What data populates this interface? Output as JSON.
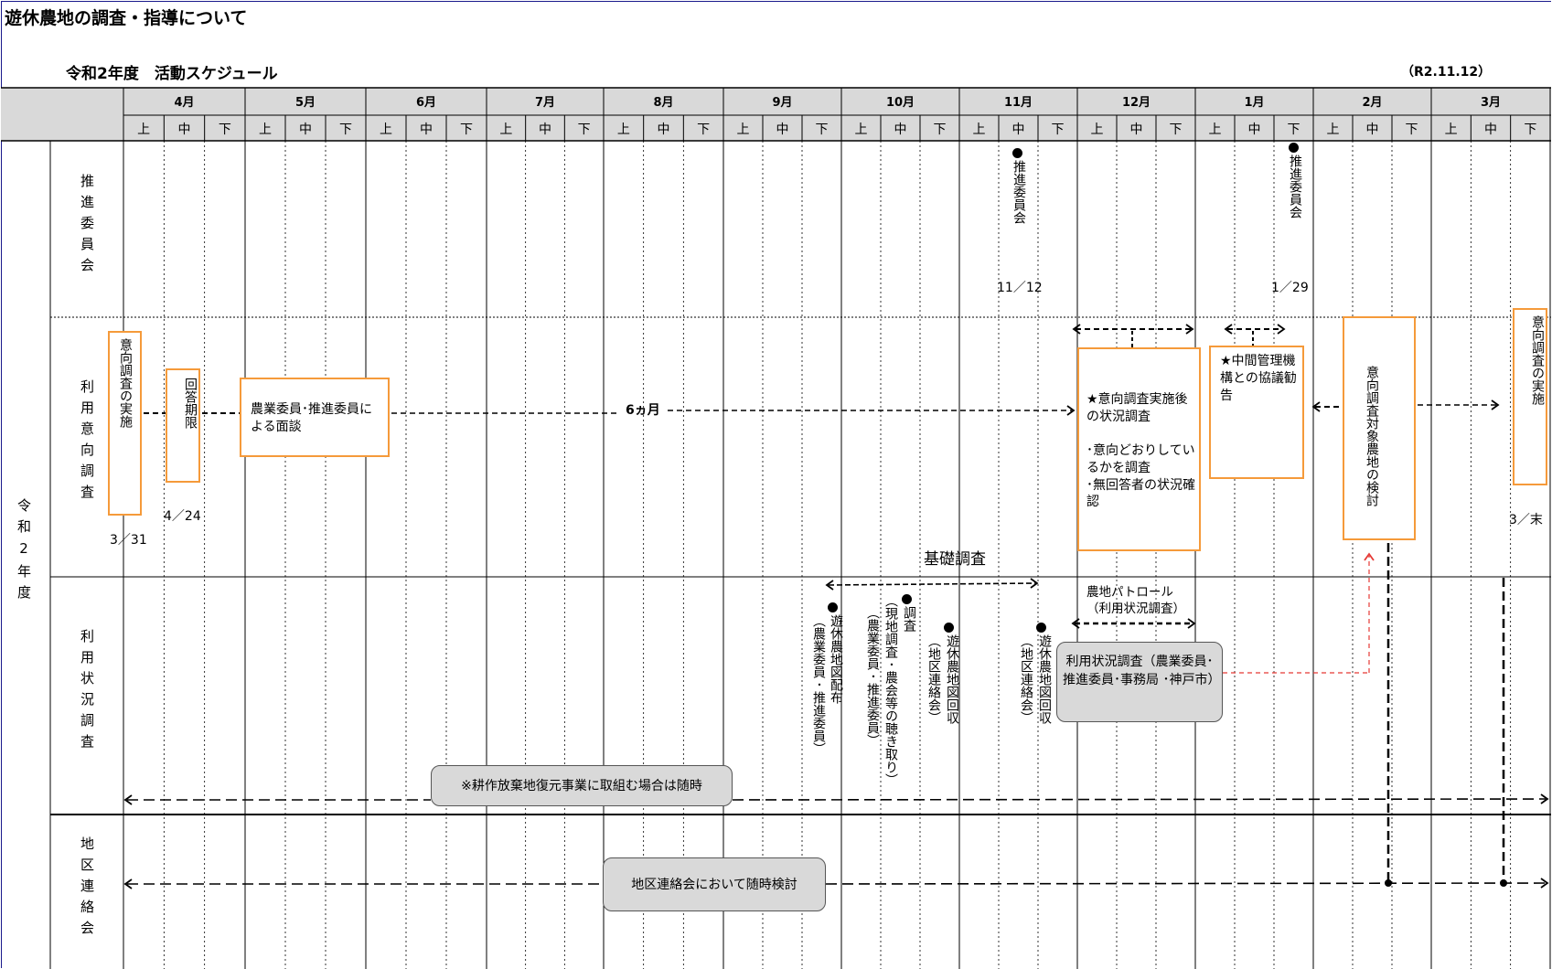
{
  "title": "遊休農地の調査・指導について",
  "subtitle": "令和2年度　活動スケジュール",
  "date": "（R2.11.12）",
  "months": [
    "4月",
    "5月",
    "6月",
    "7月",
    "8月",
    "9月",
    "10月",
    "11月",
    "12月",
    "1月",
    "2月",
    "3月"
  ],
  "periods": [
    "上",
    "中",
    "下"
  ],
  "side_label": "令和2年度",
  "rows": {
    "suishin": "推進委員会",
    "iko": "利用意向調査",
    "jokyo": "利用状況調査",
    "chiku": "地区連絡会"
  },
  "events": {
    "suishin1": "推進委員会",
    "suishin1_date": "11／12",
    "suishin2": "推進委員会",
    "suishin2_date": "1／29",
    "iko_start": "意向調査の実施",
    "iko_start_date": "3／31",
    "kaito": "回答期限",
    "kaito_date": "4／24",
    "mensetsu": "農業委員･推進委員による面談",
    "six_months": "6ヵ月",
    "jokyo_chosa_line1": "★意向調査実施後の状況調査",
    "jokyo_chosa_line2": "･意向どおりしているかを調査",
    "jokyo_chosa_line3": "･無回答者の状況確認",
    "chukan": "★中間管理機構との協議勧告",
    "taisho": "意向調査対象農地の検討",
    "iko_end": "意向調査の実施",
    "iko_end_date": "3／末",
    "kiso": "基礎調査",
    "patrol_line1": "農地パトロール",
    "patrol_line2": "（利用状況調査）",
    "haifu": "遊休農地図配布",
    "haifu_sub": "（農業委員･推進委員）",
    "chosa": "調査",
    "chosa_sub1": "（現地調査･農会等の聴き取り）",
    "chosa_sub2": "（農業委員･推進委員）",
    "kaishu1": "遊休農地図回収",
    "kaishu1_sub": "（地区連絡会）",
    "kaishu2": "遊休農地図回収",
    "kaishu2_sub": "（地区連絡会）",
    "riyo_box": "利用状況調査（農業委員･推進委員･事務局 ･神戸市）",
    "zuiji_note": "※耕作放棄地復元事業に取組む場合は随時",
    "chiku_box": "地区連絡会において随時検討"
  }
}
